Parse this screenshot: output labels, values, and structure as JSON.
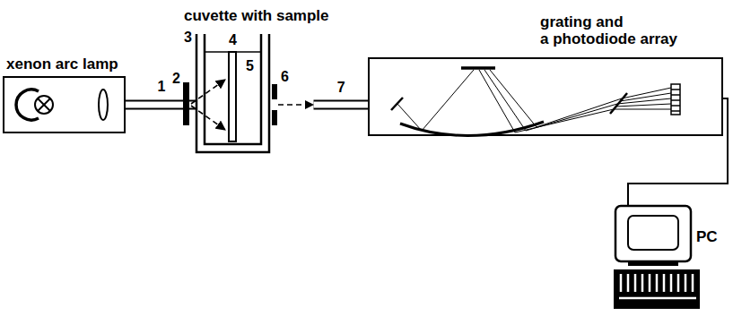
{
  "diagram": {
    "nodes": [
      {
        "text": [
          "xenon arc lamp"
        ]
      },
      {
        "text": [
          "cuvette with sample"
        ]
      },
      {
        "text": [
          "grating and a photodiode array"
        ]
      },
      {
        "text": [
          "PC"
        ]
      }
    ],
    "edges": [
      {
        "from": 0,
        "to": 1,
        "label": "1",
        "arrow": "none"
      },
      {
        "from": 1,
        "to": 2,
        "label": "7",
        "arrow": "none"
      },
      {
        "from": 2,
        "to": 3,
        "arrow": "none"
      }
    ],
    "labels": [
      "2",
      "3",
      "4",
      "5",
      "6"
    ]
  }
}
